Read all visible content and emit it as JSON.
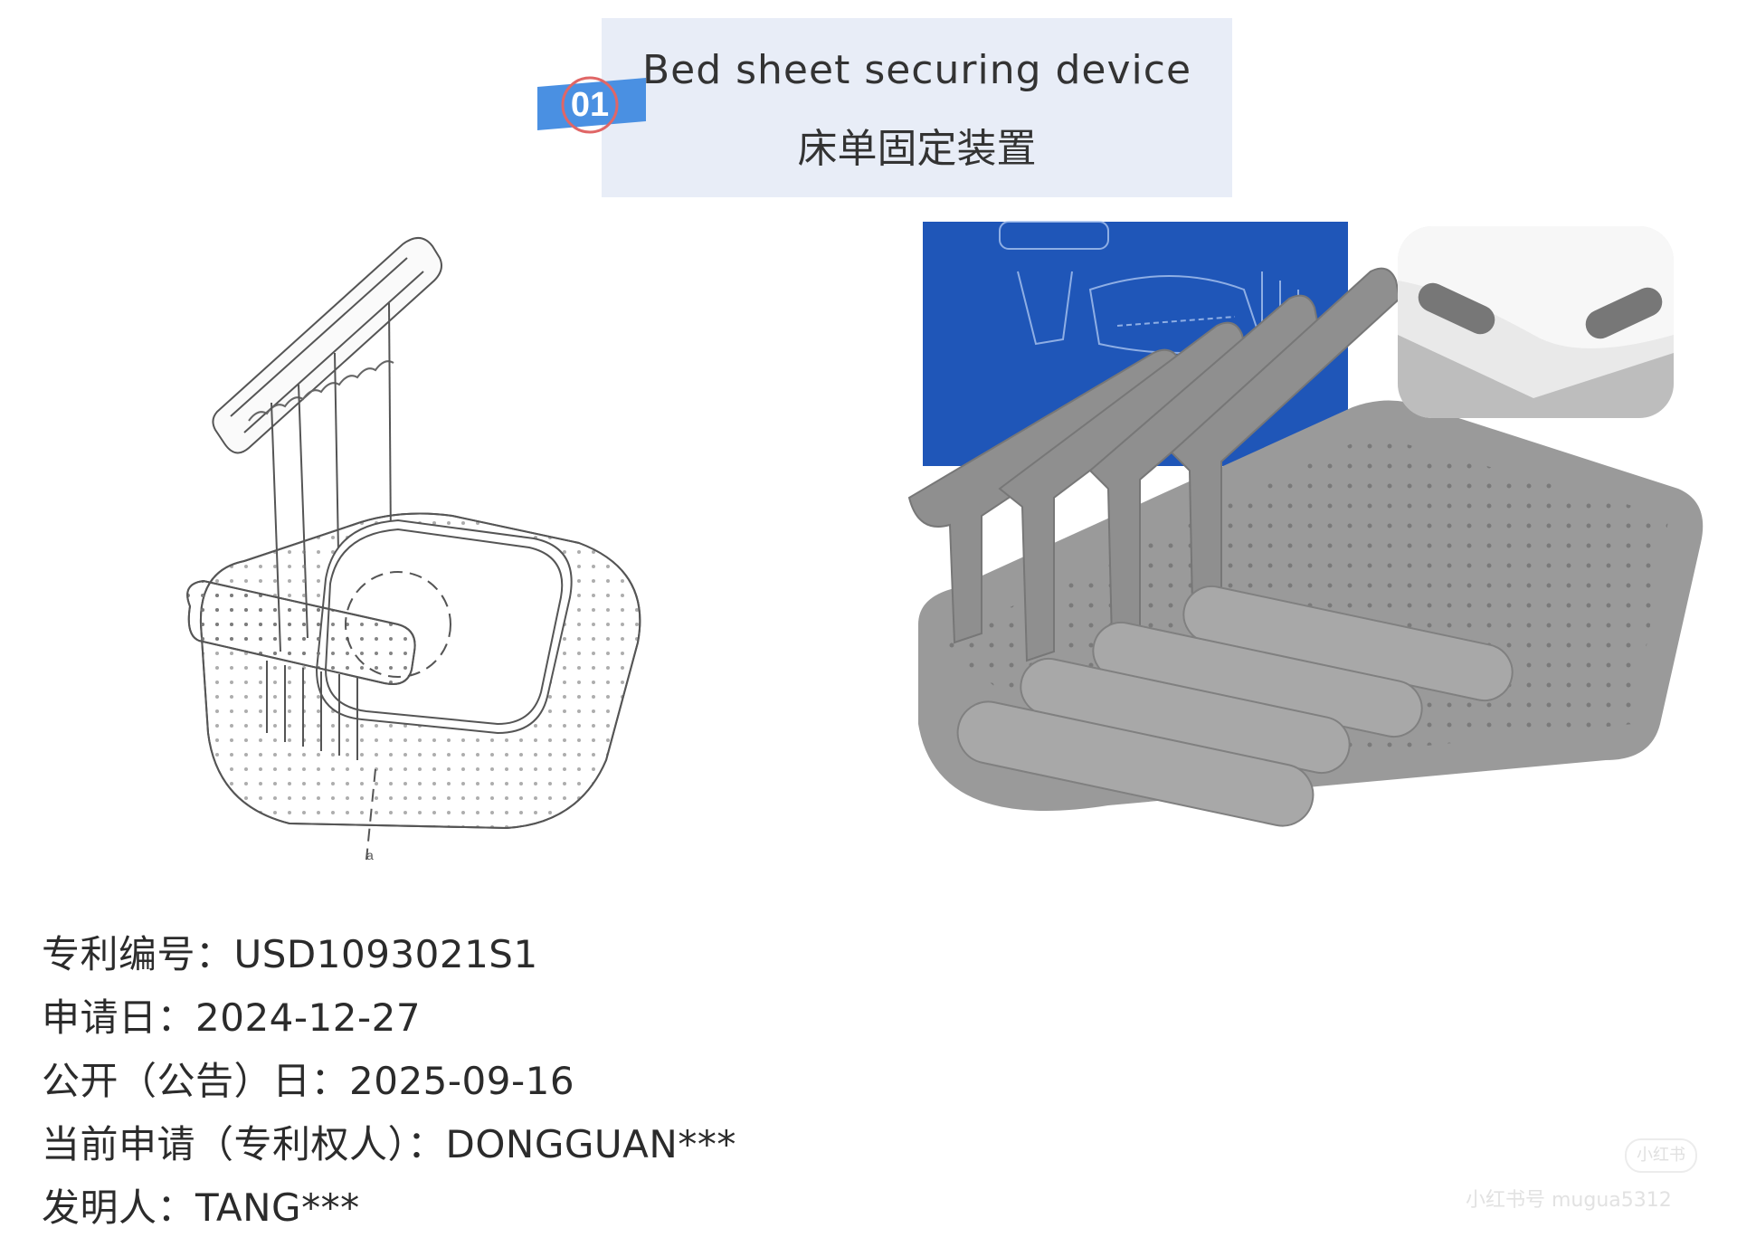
{
  "header": {
    "badge_number": "01",
    "title_en": "Bed sheet securing device",
    "title_cn": "床单固定装置"
  },
  "patent_info": [
    {
      "label": "专利编号：",
      "value": "USD1093021S1"
    },
    {
      "label": "申请日：",
      "value": "2024-12-27"
    },
    {
      "label": "公开（公告）日：",
      "value": "2025-09-16"
    },
    {
      "label": "当前申请（专利权人）：",
      "value": "DONGGUAN***"
    },
    {
      "label": "发明人：",
      "value": "TANG***"
    }
  ],
  "drawing": {
    "reference_numeral": "a"
  },
  "watermark": {
    "logo": "小红书",
    "text": "小红书号 mugua5312"
  },
  "colors": {
    "badge_blue": "#4a90e2",
    "badge_circle": "#e06666",
    "header_bg": "#e8edf7",
    "product_gray": "#9a9a9a",
    "box_blue": "#1f56b8"
  }
}
